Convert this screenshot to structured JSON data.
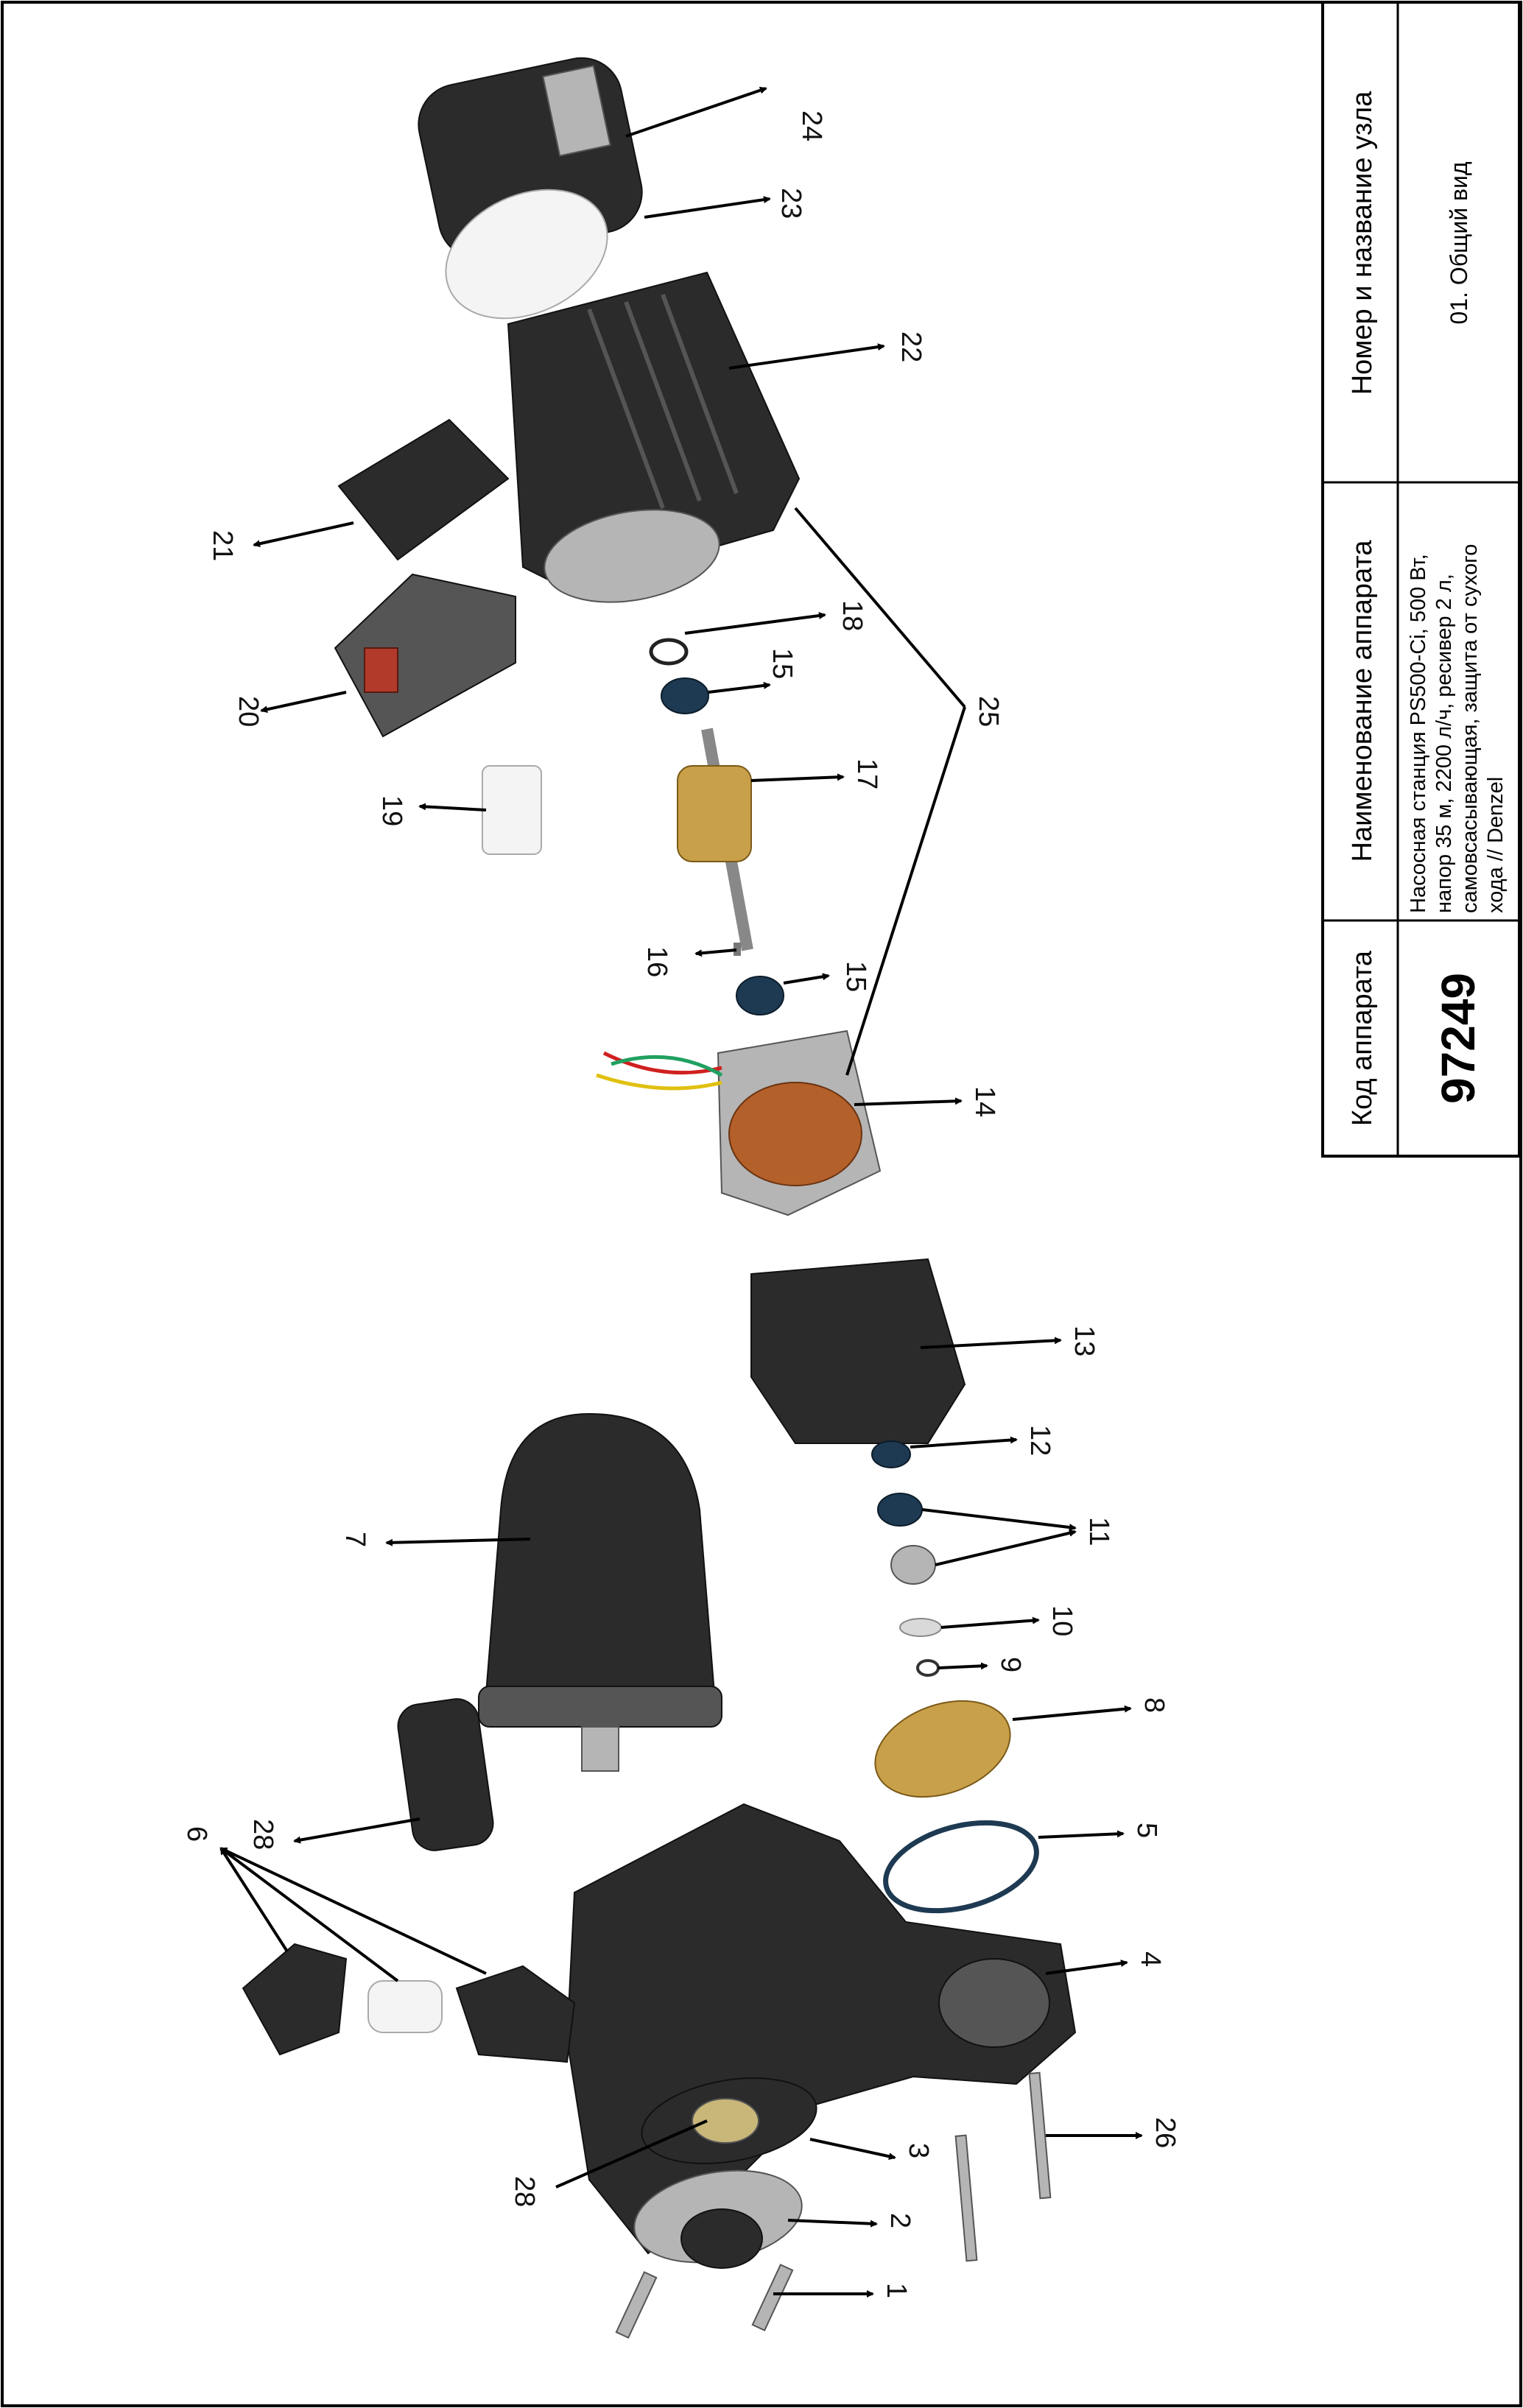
{
  "title_block": {
    "code_header": "Код аппарата",
    "code_value": "97249",
    "name_header": "Наименование аппарата",
    "name_lines": [
      "Насосная станция PS500-Ci, 500 Вт,",
      "напор 35 м, 2200 л/ч, ресивер 2 л,",
      "самовсасывающая, защита от сухого",
      "хода // Denzel"
    ],
    "node_header": "Номер и название узла",
    "node_value": "01. Общий вид"
  },
  "callouts": {
    "c1": "1",
    "c2": "2",
    "c3": "3",
    "c4": "4",
    "c5": "5",
    "c6": "6",
    "c7": "7",
    "c8": "8",
    "c9": "9",
    "c10": "10",
    "c11": "11",
    "c12": "12",
    "c13": "13",
    "c14": "14",
    "c15a": "15",
    "c15b": "15",
    "c16": "16",
    "c17": "17",
    "c18": "18",
    "c19": "19",
    "c20": "20",
    "c21": "21",
    "c22": "22",
    "c23": "23",
    "c24": "24",
    "c25": "25",
    "c26": "26",
    "c28a": "28",
    "c28b": "28"
  }
}
